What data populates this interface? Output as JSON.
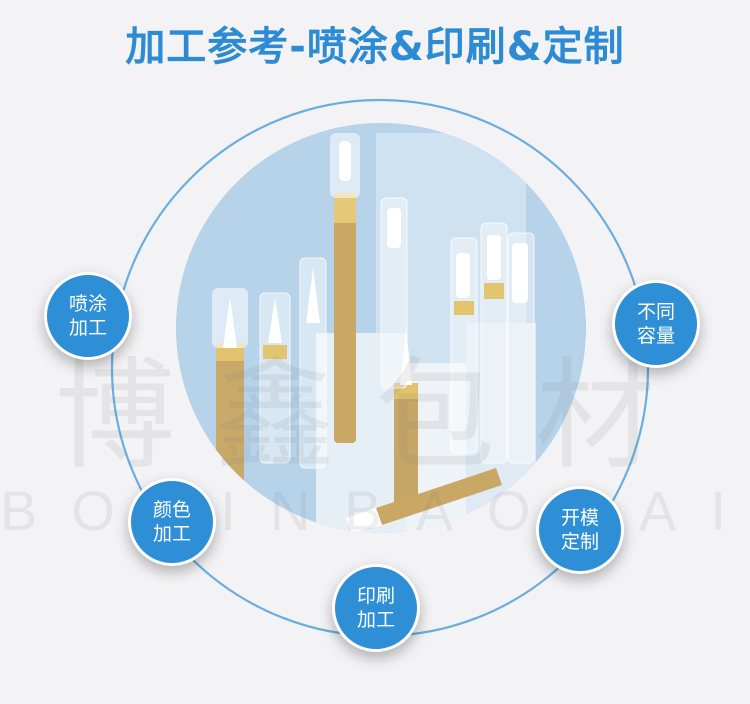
{
  "title": "加工参考-喷涂&印刷&定制",
  "colors": {
    "title": "#2c8bd2",
    "badge": "#2e8fd6",
    "ring": "#6aaee0"
  },
  "watermark": {
    "cn": "博鑫包材",
    "en": "BOXINBAOCAI"
  },
  "badges": [
    {
      "line1": "喷涂",
      "line2": "加工"
    },
    {
      "line1": "不同",
      "line2": "容量"
    },
    {
      "line1": "颜色",
      "line2": "加工"
    },
    {
      "line1": "开模",
      "line2": "定制"
    },
    {
      "line1": "印刷",
      "line2": "加工"
    }
  ]
}
